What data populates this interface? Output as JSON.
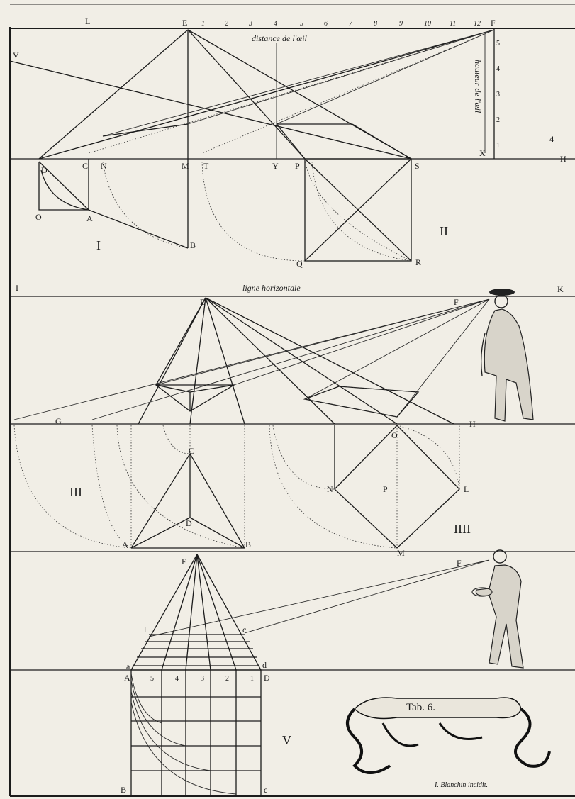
{
  "plate_number": "4",
  "captions": {
    "distance": "distance de l'œil",
    "hauteur": "hauteur de l'œil",
    "ligne_horizontale": "ligne horizontale",
    "signature": "I. Blanchin incidit."
  },
  "banner": {
    "text": "Tab. 6."
  },
  "figures": {
    "I": "I",
    "II": "II",
    "III": "III",
    "IIII": "IIII",
    "V": "V"
  },
  "top_scale": [
    "1",
    "2",
    "3",
    "4",
    "5",
    "6",
    "7",
    "8",
    "9",
    "10",
    "11",
    "12"
  ],
  "side_scale": [
    "5",
    "4",
    "3",
    "2",
    "1"
  ],
  "bottom_scale": [
    "5",
    "4",
    "3",
    "2",
    "1"
  ],
  "letters": {
    "L": "L",
    "E": "E",
    "F": "F",
    "V": "V",
    "H": "H",
    "X": "X",
    "D": "D",
    "C": "C",
    "N": "N",
    "M": "M",
    "T": "T",
    "Y": "Y",
    "P": "P",
    "S": "S",
    "O": "O",
    "A": "A",
    "B": "B",
    "Q": "Q",
    "R": "R",
    "I": "I",
    "K": "K",
    "G": "G",
    "l": "l",
    "c": "c",
    "d": "d",
    "a": "a",
    "b": "b"
  }
}
